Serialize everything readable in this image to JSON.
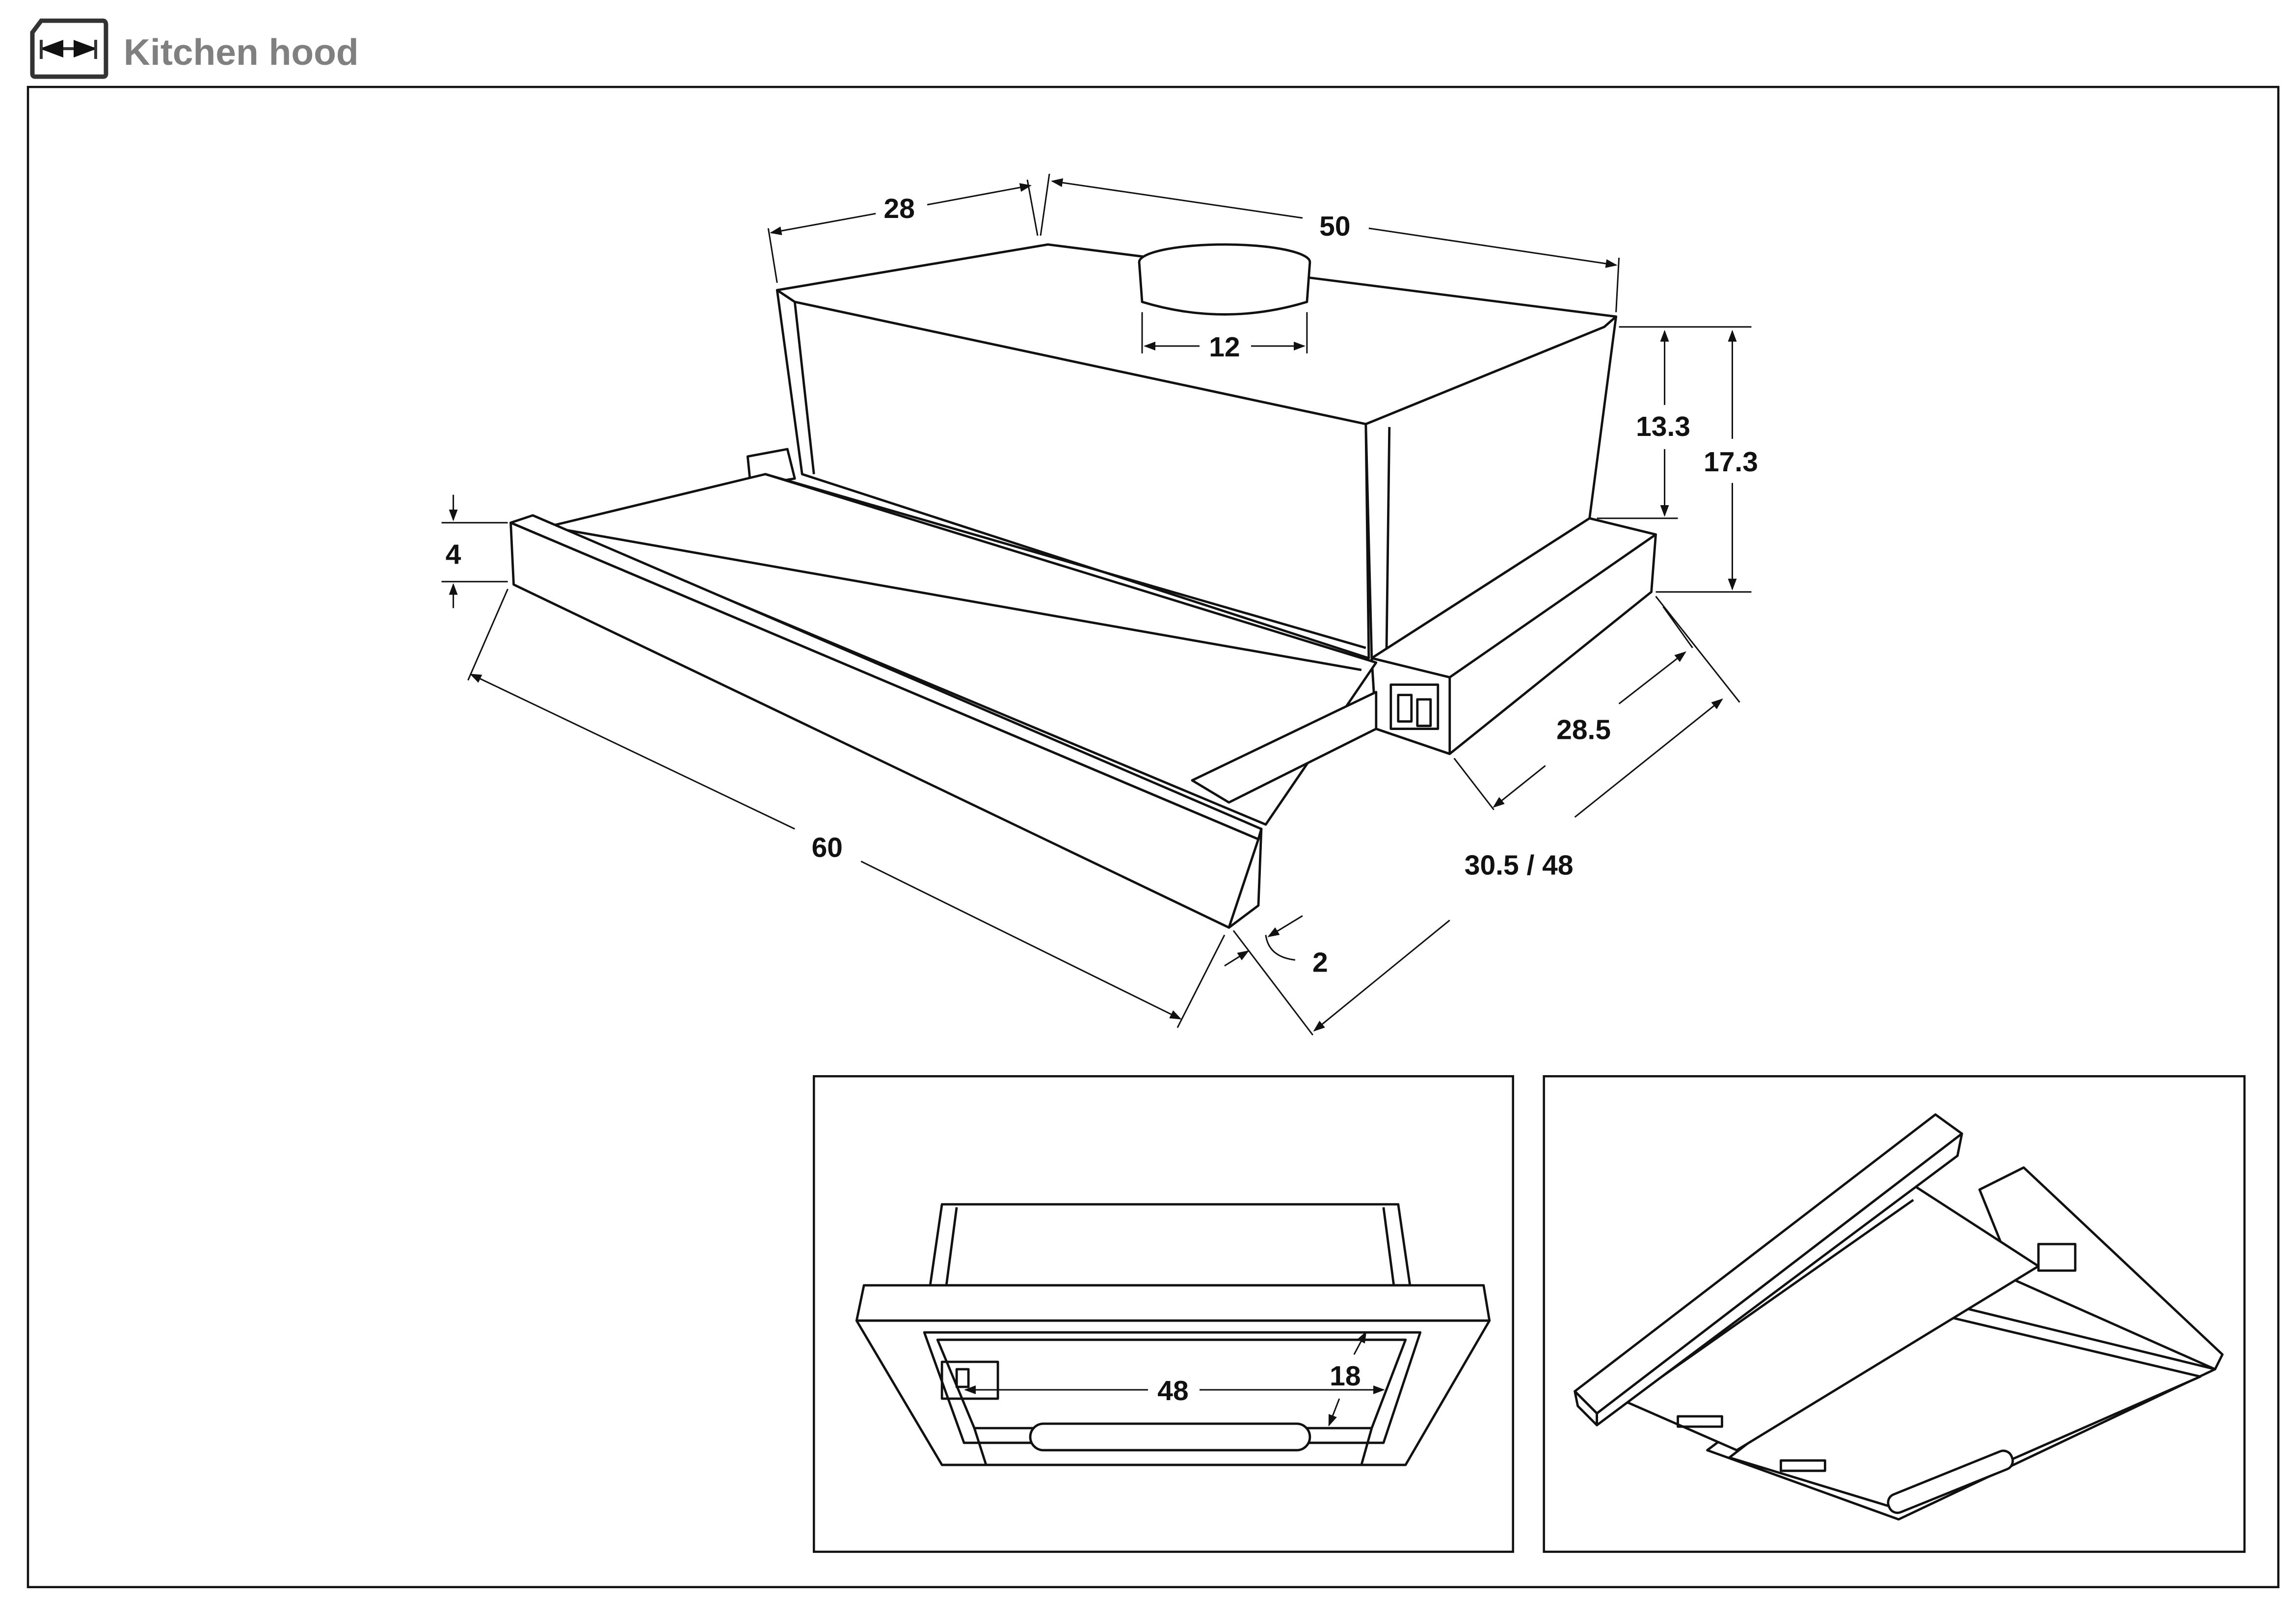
{
  "header": {
    "title": "Kitchen hood",
    "icon": "dimension-sheet-icon"
  },
  "main_drawing": {
    "dimensions": {
      "depth_top": "28",
      "width_top": "50",
      "outlet_diameter": "12",
      "body_height": "13.3",
      "total_height": "17.3",
      "front_bar_height": "4",
      "width_front": "60",
      "bar_depth": "2",
      "base_depth": "28.5",
      "extended_depth": "30.5 / 48"
    }
  },
  "inset_front_view": {
    "dimensions": {
      "opening_width": "48",
      "opening_depth": "18"
    }
  },
  "inset_extended_view": {}
}
